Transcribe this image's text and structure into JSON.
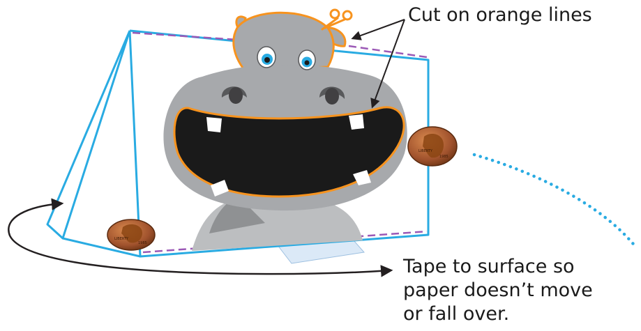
{
  "annotations": {
    "cut_label": "Cut  on orange lines",
    "tape_lines": [
      "Tape to surface so",
      "paper doesn’t move",
      "or fall over."
    ]
  },
  "coins": {
    "motto": "LIBERTY",
    "year": "1985"
  },
  "colors": {
    "frame": "#29abe2",
    "fold_line": "#9b59b6",
    "cut_line": "#f7931e",
    "hippo_body": "#a7a9ac",
    "hippo_dark": "#8a8c8e",
    "mouth": "#1a1a1a",
    "tape": "#dbe9f7",
    "copper": "#a0522d",
    "dotted_path": "#29abe2",
    "arrow": "#231f20"
  }
}
